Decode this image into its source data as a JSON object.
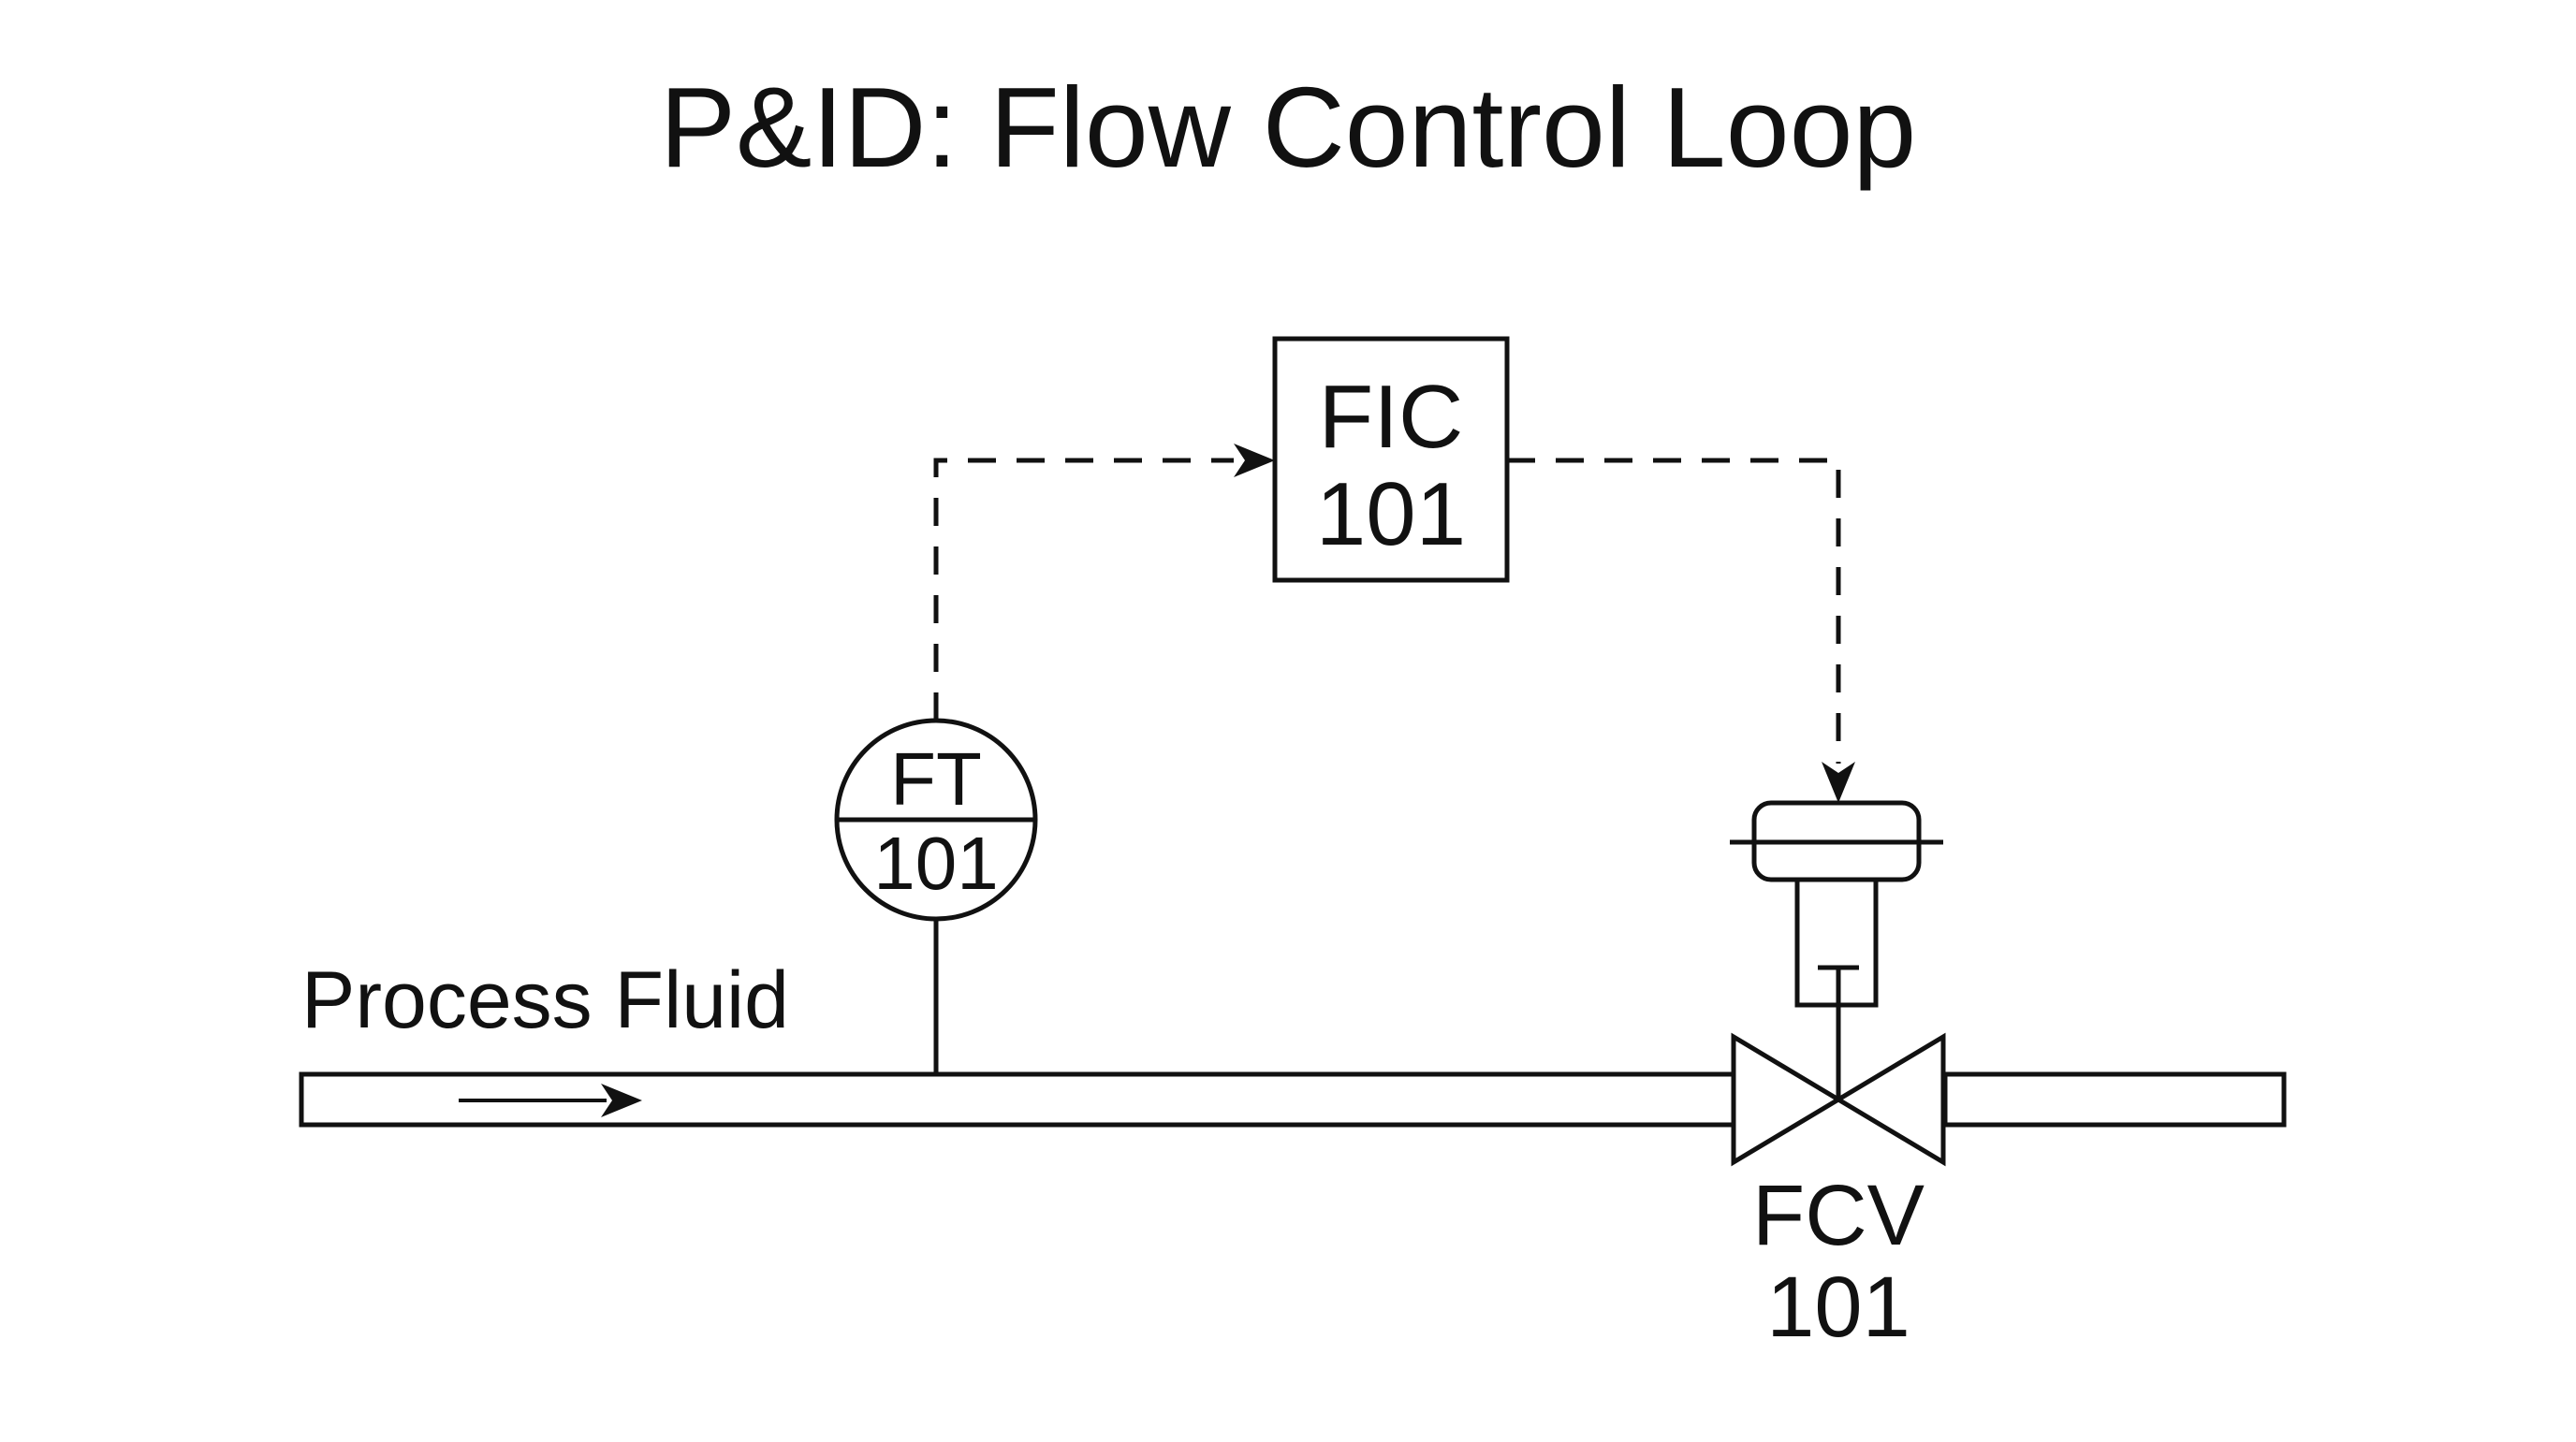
{
  "diagram": {
    "title": "P&ID: Flow Control Loop",
    "process_line": {
      "label": "Process Fluid"
    },
    "controller": {
      "tag_letters": "FIC",
      "tag_number": "101"
    },
    "transmitter": {
      "tag_letters": "FT",
      "tag_number": "101"
    },
    "control_valve": {
      "tag_letters": "FCV",
      "tag_number": "101"
    }
  }
}
